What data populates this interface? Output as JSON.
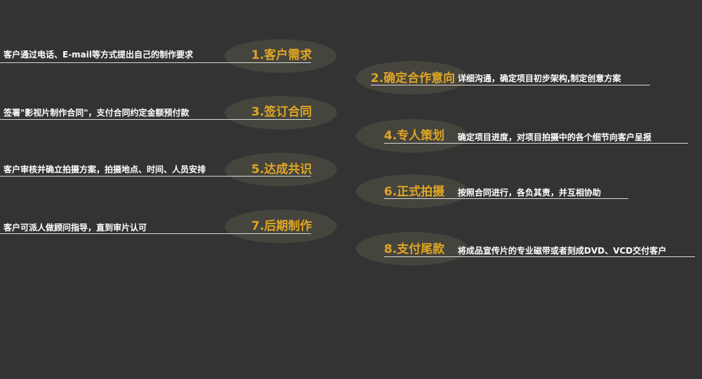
{
  "steps": [
    {
      "title": "1.客户需求",
      "desc": "客户通过电话、E-mail等方式提出自己的制作要求"
    },
    {
      "title": "2.确定合作意向",
      "desc": "详细沟通，确定项目初步架构,制定创意方案"
    },
    {
      "title": "3.签订合同",
      "desc": "签署\"影视片制作合同\"，支付合同约定金额预付款"
    },
    {
      "title": "4.专人策划",
      "desc": "确定项目进度，对项目拍摄中的各个细节向客户呈报"
    },
    {
      "title": "5.达成共识",
      "desc": "客户审核并确立拍摄方案，拍摄地点、时间、人员安排"
    },
    {
      "title": "6.正式拍摄",
      "desc": "按照合同进行，各负其责，并互相协助"
    },
    {
      "title": "7.后期制作",
      "desc": "客户可派人做顾问指导，直到审片认可"
    },
    {
      "title": "8.支付尾款",
      "desc": "将成品宣传片的专业磁带或者刻成DVD、VCD交付客户"
    }
  ],
  "colors": {
    "background": "#333333",
    "title": "#e0a624",
    "description": "#ffffff",
    "ellipse": "#45443d",
    "underline": "#d8d8d8"
  }
}
